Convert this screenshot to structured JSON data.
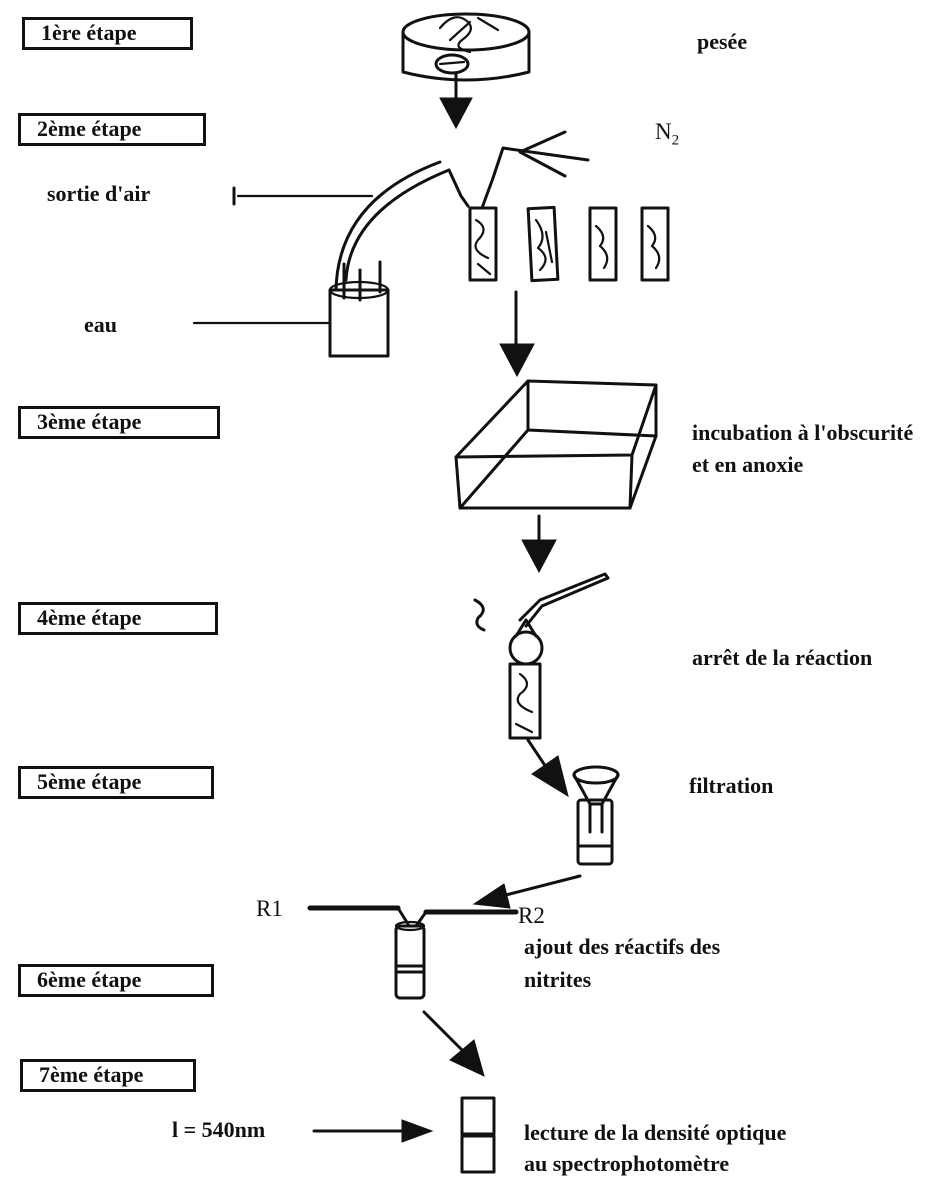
{
  "steps": [
    "1ère étape",
    "2ème étape",
    "3ème étape",
    "4ème étape",
    "5ème étape",
    "6ème étape",
    "7ème étape"
  ],
  "labels": {
    "pesee": "pesée",
    "n2_base": "N",
    "n2_sub": "2",
    "sortie_air": "sortie d'air",
    "eau": "eau",
    "incubation_line1": "incubation à l'obscurité",
    "incubation_line2": "et en anoxie",
    "arret": "arrêt de la réaction",
    "filtration": "filtration",
    "r1": "R1",
    "r2": "R2",
    "ajout_line1": "ajout des réactifs des",
    "ajout_line2": "nitrites",
    "wavelength": "l = 540nm",
    "lecture_line1": "lecture de la densité optique",
    "lecture_line2": "au spectrophotomètre"
  }
}
